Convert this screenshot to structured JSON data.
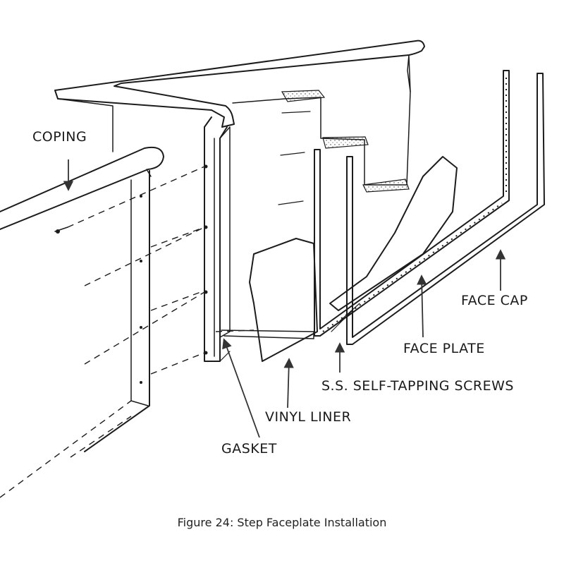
{
  "labels": {
    "coping": "COPING",
    "face_cap": "FACE CAP",
    "face_plate": "FACE PLATE",
    "screws": "S.S. SELF-TAPPING SCREWS",
    "vinyl_liner": "VINYL LINER",
    "gasket": "GASKET"
  },
  "caption": "Figure 24:  Step Faceplate Installation"
}
